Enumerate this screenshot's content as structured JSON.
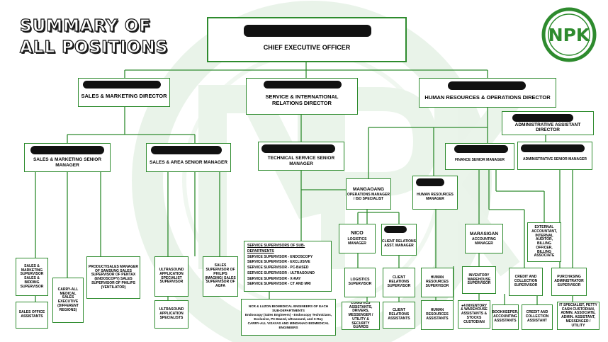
{
  "title_line1": "SUMMARY OF",
  "title_line2": "ALL POSITIONS",
  "logo_text": "NPK",
  "ceo": "CHIEF EXECUTIVE OFFICER",
  "sales_director": "SALES & MARKETING DIRECTOR",
  "service_director": "SERVICE & INTERNATIONAL RELATIONS DIRECTOR",
  "hr_director": "HUMAN RESOURCES & OPERATIONS DIRECTOR",
  "admin_assistant_director": "ADMINISTRATIVE ASSISTANT DIRECTOR",
  "sales_marketing_senior_manager": "SALES & MARKETING SENIOR MANAGER",
  "sales_area_senior_manager": "SALES & AREA SENIOR MANAGER",
  "technical_service_senior_manager": "TECHNICAL SERVICE SENIOR MANAGER",
  "finance_senior_manager": "FINANCE SENIOR MANAGER",
  "administrative_senior_manager": "ADMINISTRATIVE SENIOR MANAGER",
  "ops_manager_name": "MANGAOANG",
  "ops_manager": "OPERATIONS MANAGER / ISO SPECIALIST",
  "hr_manager": "HUMAN RESOURCES MANAGER",
  "logistics_name": "NICO",
  "logistics_manager": "LOGISTICS MANAGER",
  "client_relations_manager": "CLIENT RELATIONS ASST. MANAGER",
  "accounting_name": "MARASIGAN",
  "accounting_manager": "ACCOUNTING MANAGER",
  "external_accountant": "EXTERNAL ACCOUNTANT, INTERNAL AUDITOR, BILLING OFFICER, BILLING ASSOCIATE",
  "sm_supervisor": "SALES & MARKETING SUPERVISOR SALES & BIDDING SUPERVISOR",
  "sales_office_assistants": "SALES OFFICE ASSISTANTS",
  "carry_all": "CARRY-ALL MEDICAL SALES EXECUTIVE (DIFFERENT REGIONS)",
  "product_sales_manager": "PRODUCT/SALES MANAGER OF SAMSUNG SALES SUPERVISOR OF PENTAX (ENDOSCOPY) SALES SUPERVISOR OF PHILIPS (VENTILATOR)",
  "ultrasound_supervisor": "ULTRASOUND APPLICATION SPECIALIST SUPERVISOR",
  "ultrasound_specialists": "ULTRASOUND APPLICATION SPECIALISTS",
  "sales_supervisor_philips": "SALES SUPERVISOR OF PHILIPS (IMAGING) SALES SUPERVISOR OF AGFA",
  "service_supervisors_header": "SERVICE SUPERVISORS OF SUB-DEPARTMENTS",
  "service_supervisors": [
    "SERVICE SUPERVISOR - ENDOSCOPY",
    "SERVICE SUPERVISOR - EXCLUSIVE",
    "SERVICE SUPERVISOR - PC-BASED",
    "SERVICE SUPERVISOR - ULTRASOUND",
    "SERVICE SUPERVISOR - X-RAY",
    "SERVICE SUPERVISOR - CT AND MRI"
  ],
  "ncr_header": "NCR & LUZON BIOMEDICAL ENGINEERS OF EACH SUB-DEPARTMENTS",
  "ncr_line2": "Endoscopy (Sales Engineers) - Endoscopy Technicians, Exclusive, PC-Based, Ultrasound, and X-Ray",
  "ncr_line3": "CARRY-ALL VISAYAS AND MINDANAO BIOMEDICAL ENGINEERS",
  "logistics_supervisor": "LOGISTICS SUPERVISOR",
  "logistics_assistants": "LOGISTICS ASSISTANTS, DRIVERS, MESSENGER / UTILITY & SECURITY GUARDS",
  "client_relations_supervisor": "CLIENT RELATIONS SUPERVISOR",
  "client_relations_assistants": "CLIENT RELATIONS ASSISTANTS",
  "hr_supervisor": "HUMAN RESOURCES SUPERVISOR",
  "hr_assistants": "HUMAN RESOURCES ASSISTANTS",
  "inventory_supervisor": "INVENTORY WAREHOUSE SUPERVISOR",
  "inventory_assistants": "●4 INVENTORY & WAREHOUSE ASSISTANTS & STOCKS CUSTODIAN",
  "credit_supervisor": "CREDIT AND COLLECTION SUPERVISOR",
  "bookkeeper": "BOOKKEEPER, ACCOUNTING ASSISTANTS",
  "credit_assistant": "CREDIT AND COLLECTION ASSISTANT",
  "purchasing_supervisor": "PURCHASING ADMINISTRATOR SUPERVISOR",
  "it_specialist": "IT SPECIALIST, PETTY CASH CUSTODIAN, ADMIN. ASSOCIATE, ADMIN. ASSISTANT, MESSENGER / UTILITY",
  "colors": {
    "green": "#2e8b2e",
    "watermark": "#e6f2e6"
  }
}
